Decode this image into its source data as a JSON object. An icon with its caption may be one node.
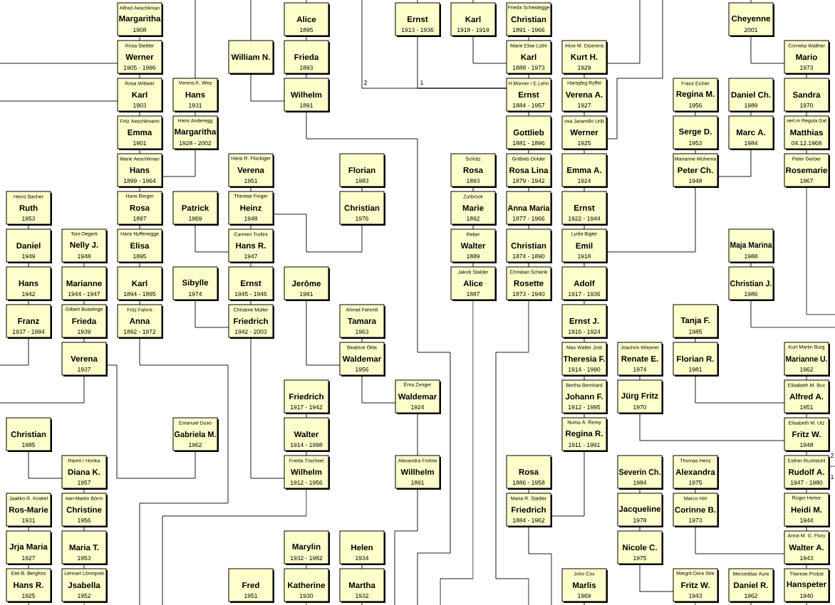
{
  "diagram": {
    "nodes": [
      {
        "text": [
          "Heinz Bacher",
          "Ruth",
          "1953"
        ]
      },
      {
        "text": [
          "Daniel",
          "1949"
        ]
      },
      {
        "text": [
          "Hans",
          "1942"
        ]
      },
      {
        "text": [
          "Franz",
          "1937 - 1994"
        ]
      },
      {
        "text": [
          "Christian",
          "1985"
        ]
      },
      {
        "text": [
          "Jaakko R. Koskel",
          "Ros-Marie",
          "1931"
        ]
      },
      {
        "text": [
          "Jrja Maria",
          "1927"
        ]
      },
      {
        "text": [
          "Etel B. Bergfors",
          "Hans R.",
          "1925"
        ]
      },
      {
        "text": [
          "Toni Oegerli",
          "Nelly J.",
          "1948"
        ]
      },
      {
        "text": [
          "Marianne",
          "1944 - 1947"
        ]
      },
      {
        "text": [
          "Gilbert Busslinge",
          "Frieda",
          "1939"
        ]
      },
      {
        "text": [
          "Verena",
          "1937"
        ]
      },
      {
        "text": [
          "Rämö / Honka",
          "Diana K.",
          "1957"
        ]
      },
      {
        "text": [
          "ean-Martin Börm",
          "Christine",
          "1956"
        ]
      },
      {
        "text": [
          "Maria T.",
          "1953"
        ]
      },
      {
        "text": [
          "Lennart Lönnqvist",
          "Jsabella",
          "1952"
        ]
      },
      {
        "text": [
          "Alfred Aeschliman",
          "Margaritha",
          "1908"
        ]
      },
      {
        "text": [
          "Rosa Stettler",
          "Werner",
          "1905 - 1996"
        ]
      },
      {
        "text": [
          "Rosa Wittwer",
          "Karl",
          "1903"
        ]
      },
      {
        "text": [
          "Fritz Aeschlimann",
          "Emma",
          "1901"
        ]
      },
      {
        "text": [
          "Marie Aeschliman",
          "Hans",
          "1899 - 1964"
        ]
      },
      {
        "text": [
          "Hans Berger",
          "Rosa",
          "1897"
        ]
      },
      {
        "text": [
          "Hans Nyffenegge",
          "Elisa",
          "1895"
        ]
      },
      {
        "text": [
          "Karl",
          "1894 - 1895"
        ]
      },
      {
        "text": [
          "Fritz Fahrni",
          "Anna",
          "1892 - 1972"
        ]
      },
      {
        "text": [
          "Verena K. Wey",
          "Hans",
          "1931"
        ]
      },
      {
        "text": [
          "Hans Anderegg",
          "Margaritha",
          "1928 - 2002"
        ]
      },
      {
        "text": [
          "Patrick",
          "1969"
        ]
      },
      {
        "text": [
          "Sibylle",
          "1974"
        ]
      },
      {
        "text": [
          "Emanuel Duso",
          "Gabriela M.",
          "1962"
        ]
      },
      {
        "text": [
          "William N."
        ]
      },
      {
        "text": [
          "Hans R. Flückiger",
          "Verena",
          "1951"
        ]
      },
      {
        "text": [
          "Therese Finger",
          "Heinz",
          "1948"
        ]
      },
      {
        "text": [
          "Carmen Trullini",
          "Hans R.",
          "1947"
        ]
      },
      {
        "text": [
          "Ernst",
          "1945 - 1946"
        ]
      },
      {
        "text": [
          "Christine Müller",
          "Friedrich",
          "1942 - 2003"
        ]
      },
      {
        "text": [
          "Fred",
          "1951"
        ]
      },
      {
        "text": [
          "Alice",
          "1895"
        ]
      },
      {
        "text": [
          "Frieda",
          "1893"
        ]
      },
      {
        "text": [
          "Wilhelm",
          "1891"
        ]
      },
      {
        "text": [
          "Jerôme",
          "1991"
        ]
      },
      {
        "text": [
          "Friedrich",
          "1917 - 1942"
        ]
      },
      {
        "text": [
          "Walter",
          "1914 - 1998"
        ]
      },
      {
        "text": [
          "Frieda Trachsel",
          "Wilhelm",
          "1912 - 1956"
        ]
      },
      {
        "text": [
          "Marylin",
          "1932 - 1982"
        ]
      },
      {
        "text": [
          "Katherine",
          "1930"
        ]
      },
      {
        "text": [
          "Florian",
          "1983"
        ]
      },
      {
        "text": [
          "Christian",
          "1976"
        ]
      },
      {
        "text": [
          "Ahmet Fehimli",
          "Tamara",
          "1963"
        ]
      },
      {
        "text": [
          "Beatrice Okle",
          "Waldemar",
          "1956"
        ]
      },
      {
        "text": [
          "Helen",
          "1934"
        ]
      },
      {
        "text": [
          "Martha",
          "1932"
        ]
      },
      {
        "text": [
          "Ernst",
          "1913 - 1936"
        ]
      },
      {
        "text": [
          "Erna Zenger",
          "Waldemar",
          "1924"
        ]
      },
      {
        "text": [
          "Alexandra Frolow",
          "Willhelm",
          "1891"
        ]
      },
      {
        "text": [
          "Karl",
          "1918 - 1919"
        ]
      },
      {
        "text": [
          "Schütz",
          "Rosa",
          "1893"
        ]
      },
      {
        "text": [
          "Zurbrück",
          "Marie",
          "1892"
        ]
      },
      {
        "text": [
          "Reber",
          "Walter",
          "1889"
        ]
      },
      {
        "text": [
          "Jakob Stalder",
          "Alice",
          "1887"
        ]
      },
      {
        "text": [
          "Frieda Scheidegge",
          "Christian",
          "1891 - 1966"
        ]
      },
      {
        "text": [
          "Marie Elise Lüthi",
          "Karl",
          "1888 - 1973"
        ]
      },
      {
        "text": [
          "H.Mürner / E.Lehn",
          "Ernst",
          "1884 - 1957"
        ]
      },
      {
        "text": [
          "Gottlieb",
          "1881 - 1896"
        ]
      },
      {
        "text": [
          "Gottlieb Dolder",
          "Rosa Lina",
          "1879 - 1942"
        ]
      },
      {
        "text": [
          "Anna Maria",
          "1877 - 1966"
        ]
      },
      {
        "text": [
          "Christian",
          "1874 - 1890"
        ]
      },
      {
        "text": [
          "Christian Schenk",
          "Rosette",
          "1873 - 1940"
        ]
      },
      {
        "text": [
          "Rosa",
          "1886 - 1958"
        ]
      },
      {
        "text": [
          "Maria R. Städler",
          "Friedrich",
          "1884 - 1962"
        ]
      },
      {
        "text": [
          "Alice M. Dizerens",
          "Kurt H.",
          "1929"
        ]
      },
      {
        "text": [
          "Hansjörg Ryffel",
          "Verena A.",
          "1927"
        ]
      },
      {
        "text": [
          "osa Jaramillo Urib",
          "Werner",
          "1925"
        ]
      },
      {
        "text": [
          "Emma A.",
          "1924"
        ]
      },
      {
        "text": [
          "Ernst",
          "1922 - 1944"
        ]
      },
      {
        "text": [
          "Lydia Bigler",
          "Emil",
          "1918"
        ]
      },
      {
        "text": [
          "Adolf",
          "1917 - 1936"
        ]
      },
      {
        "text": [
          "Ernst J.",
          "1916 - 1924"
        ]
      },
      {
        "text": [
          "Max Walter Jost",
          "Theresia F.",
          "1914 - 1990"
        ]
      },
      {
        "text": [
          "Bertha Bernhard",
          "Johann F.",
          "1912 - 1995"
        ]
      },
      {
        "text": [
          "Numa A. Remy",
          "Regina R.",
          "1911 - 1991"
        ]
      },
      {
        "text": [
          "John Cox",
          "Marlis",
          "1969"
        ]
      },
      {
        "text": [
          "Joachim Wiesner",
          "Renate E.",
          "1974"
        ]
      },
      {
        "text": [
          "Jürg Fritz",
          "1970"
        ]
      },
      {
        "text": [
          "Severin Ch.",
          "1984"
        ]
      },
      {
        "text": [
          "Jacqueline",
          "1978"
        ]
      },
      {
        "text": [
          "Nicole C.",
          "1975"
        ]
      },
      {
        "text": [
          "Franz Eicher",
          "Regina M.",
          "1956"
        ]
      },
      {
        "text": [
          "Serge D.",
          "1953"
        ]
      },
      {
        "text": [
          "Marianne Mühema",
          "Peter Ch.",
          "1948"
        ]
      },
      {
        "text": [
          "Tanja F.",
          "1985"
        ]
      },
      {
        "text": [
          "Florian R.",
          "1981"
        ]
      },
      {
        "text": [
          "Thomas Henz",
          "Alexandra",
          "1975"
        ]
      },
      {
        "text": [
          "Marco Hirt",
          "Corinne B.",
          "1973"
        ]
      },
      {
        "text": [
          "Margrit Dora Stre",
          "Fritz W.",
          "1943"
        ]
      },
      {
        "text": [
          "Cheyenne",
          "2001"
        ]
      },
      {
        "text": [
          "Daniel Ch.",
          "1989"
        ]
      },
      {
        "text": [
          "Marc A.",
          "1984"
        ]
      },
      {
        "text": [
          "Maja Marina",
          "1988"
        ]
      },
      {
        "text": [
          "Christian J.",
          "1986"
        ]
      },
      {
        "text": [
          "Merceditas Aure",
          "Daniel R.",
          "1962"
        ]
      },
      {
        "text": [
          "Cornelia Walther",
          "Mario",
          "1973"
        ]
      },
      {
        "text": [
          "Sandra",
          "1970"
        ]
      },
      {
        "text": [
          "verl.m Regula Gal",
          "Matthias",
          "04.12.1968"
        ]
      },
      {
        "text": [
          "Peter Gerber",
          "Rosemarie",
          "1967"
        ]
      },
      {
        "text": [
          "Kurt Martin Burg",
          "Marianne U.",
          "1962"
        ]
      },
      {
        "text": [
          "Elisabeth M. Buc",
          "Alfred A.",
          "1951"
        ]
      },
      {
        "text": [
          "Elisabeth M. Utz",
          "Fritz W.",
          "1948"
        ]
      },
      {
        "text": [
          "Esther Ruckstuhl",
          "Rudolf A.",
          "1947 - 1980"
        ]
      },
      {
        "text": [
          "Roger Herter",
          "Heidi M.",
          "1944"
        ]
      },
      {
        "text": [
          "Anna M. G. Flury",
          "Walter A.",
          "1943"
        ]
      },
      {
        "text": [
          "Therese Probst",
          "Hanspeter",
          "1940"
        ]
      }
    ],
    "edges": [
      {
        "from": 0,
        "to": 1,
        "arrow": "none"
      },
      {
        "from": 1,
        "to": 2,
        "arrow": "none"
      },
      {
        "from": 2,
        "to": 3,
        "arrow": "none"
      },
      {
        "from": 5,
        "to": 6,
        "arrow": "none"
      },
      {
        "from": 6,
        "to": 7,
        "arrow": "none"
      },
      {
        "from": 8,
        "to": 9,
        "arrow": "none"
      },
      {
        "from": 9,
        "to": 10,
        "arrow": "none"
      },
      {
        "from": 10,
        "to": 11,
        "arrow": "none"
      },
      {
        "from": 12,
        "to": 13,
        "arrow": "none"
      },
      {
        "from": 13,
        "to": 14,
        "arrow": "none"
      },
      {
        "from": 14,
        "to": 15,
        "arrow": "none"
      },
      {
        "from": 16,
        "to": 17,
        "arrow": "none"
      },
      {
        "from": 17,
        "to": 18,
        "arrow": "none"
      },
      {
        "from": 18,
        "to": 19,
        "arrow": "none"
      },
      {
        "from": 19,
        "to": 20,
        "arrow": "none"
      },
      {
        "from": 20,
        "to": 21,
        "arrow": "none"
      },
      {
        "from": 21,
        "to": 22,
        "arrow": "none"
      },
      {
        "from": 22,
        "to": 23,
        "arrow": "none"
      },
      {
        "from": 23,
        "to": 24,
        "arrow": "none"
      },
      {
        "from": 25,
        "to": 26,
        "arrow": "none"
      },
      {
        "from": 31,
        "to": 32,
        "arrow": "none"
      },
      {
        "from": 32,
        "to": 33,
        "arrow": "none"
      },
      {
        "from": 33,
        "to": 34,
        "arrow": "none"
      },
      {
        "from": 34,
        "to": 35,
        "arrow": "none"
      },
      {
        "from": 37,
        "to": 38,
        "arrow": "none"
      },
      {
        "from": 38,
        "to": 39,
        "arrow": "none"
      },
      {
        "from": 41,
        "to": 42,
        "arrow": "none"
      },
      {
        "from": 42,
        "to": 43,
        "arrow": "none"
      },
      {
        "from": 44,
        "to": 45,
        "arrow": "none"
      },
      {
        "from": 46,
        "to": 47,
        "arrow": "none"
      },
      {
        "from": 48,
        "to": 49,
        "arrow": "none"
      },
      {
        "from": 50,
        "to": 51,
        "arrow": "none"
      },
      {
        "from": 53,
        "to": 54,
        "arrow": "none"
      },
      {
        "from": 56,
        "to": 57,
        "arrow": "none"
      },
      {
        "from": 57,
        "to": 58,
        "arrow": "none"
      },
      {
        "from": 58,
        "to": 59,
        "arrow": "none"
      },
      {
        "from": 60,
        "to": 61,
        "arrow": "none"
      },
      {
        "from": 61,
        "to": 62,
        "arrow": "none"
      },
      {
        "from": 62,
        "to": 63,
        "arrow": "none"
      },
      {
        "from": 63,
        "to": 64,
        "arrow": "none"
      },
      {
        "from": 64,
        "to": 65,
        "arrow": "none"
      },
      {
        "from": 65,
        "to": 66,
        "arrow": "none"
      },
      {
        "from": 66,
        "to": 67,
        "arrow": "none"
      },
      {
        "from": 68,
        "to": 69,
        "arrow": "none"
      },
      {
        "from": 70,
        "to": 71,
        "arrow": "none"
      },
      {
        "from": 71,
        "to": 72,
        "arrow": "none"
      },
      {
        "from": 72,
        "to": 73,
        "arrow": "none"
      },
      {
        "from": 73,
        "to": 74,
        "arrow": "none"
      },
      {
        "from": 74,
        "to": 75,
        "arrow": "none"
      },
      {
        "from": 75,
        "to": 76,
        "arrow": "none"
      },
      {
        "from": 76,
        "to": 77,
        "arrow": "none"
      },
      {
        "from": 77,
        "to": 78,
        "arrow": "none"
      },
      {
        "from": 78,
        "to": 79,
        "arrow": "none"
      },
      {
        "from": 79,
        "to": 80,
        "arrow": "none"
      },
      {
        "from": 82,
        "to": 83,
        "arrow": "none"
      },
      {
        "from": 84,
        "to": 85,
        "arrow": "none"
      },
      {
        "from": 85,
        "to": 86,
        "arrow": "none"
      },
      {
        "from": 87,
        "to": 88,
        "arrow": "none"
      },
      {
        "from": 88,
        "to": 89,
        "arrow": "none"
      },
      {
        "from": 90,
        "to": 91,
        "arrow": "none"
      },
      {
        "from": 92,
        "to": 93,
        "arrow": "none"
      },
      {
        "from": 96,
        "to": 97,
        "arrow": "none"
      },
      {
        "from": 98,
        "to": 99,
        "arrow": "none"
      },
      {
        "from": 101,
        "to": 102,
        "arrow": "none"
      },
      {
        "from": 102,
        "to": 103,
        "arrow": "none"
      },
      {
        "from": 103,
        "to": 104,
        "arrow": "none"
      },
      {
        "from": 105,
        "to": 106,
        "arrow": "none"
      },
      {
        "from": 106,
        "to": 107,
        "arrow": "none"
      },
      {
        "from": 107,
        "to": 108,
        "arrow": "none"
      },
      {
        "from": 108,
        "to": 109,
        "arrow": "none"
      },
      {
        "from": 109,
        "to": 110,
        "arrow": "none"
      },
      {
        "from": 110,
        "to": 111,
        "arrow": "none"
      },
      {
        "from": 4,
        "to": 12,
        "arrow": "none"
      },
      {
        "from": 11,
        "to": 29,
        "arrow": "none"
      },
      {
        "from": 20,
        "to": 26,
        "arrow": "none"
      },
      {
        "from": 27,
        "to": 33,
        "arrow": "none"
      },
      {
        "from": 28,
        "to": 35,
        "arrow": "none"
      },
      {
        "from": 30,
        "to": 39,
        "arrow": "none"
      },
      {
        "from": 32,
        "to": 47,
        "arrow": "none"
      },
      {
        "from": 35,
        "to": 43,
        "arrow": "none"
      },
      {
        "from": 40,
        "to": 49,
        "arrow": "none"
      },
      {
        "from": 49,
        "to": 53,
        "arrow": "none"
      },
      {
        "from": 52,
        "to": 62,
        "arrow": "none"
      },
      {
        "from": null,
        "to": 62,
        "arrow": "none"
      },
      {
        "from": 55,
        "to": 61,
        "arrow": "none"
      },
      {
        "from": 75,
        "to": 89,
        "arrow": "none"
      },
      {
        "from": 80,
        "to": 69,
        "arrow": "none"
      },
      {
        "from": 83,
        "to": 107,
        "arrow": "none"
      },
      {
        "from": 86,
        "to": 94,
        "arrow": "none"
      },
      {
        "from": 89,
        "to": 97,
        "arrow": "none"
      },
      {
        "from": 91,
        "to": 106,
        "arrow": "none"
      },
      {
        "from": 93,
        "to": 110,
        "arrow": "none"
      },
      {
        "from": 95,
        "to": 101,
        "arrow": "none"
      },
      {
        "from": 3,
        "to": null,
        "arrow": "none"
      },
      {
        "from": 11,
        "to": null,
        "arrow": "none"
      },
      {
        "from": 17,
        "to": null,
        "arrow": "none"
      },
      {
        "from": 18,
        "to": null,
        "arrow": "none"
      },
      {
        "from": 24,
        "to": null,
        "arrow": "none"
      },
      {
        "from": null,
        "to": 25,
        "arrow": "none"
      },
      {
        "from": null,
        "to": 30,
        "arrow": "none"
      },
      {
        "from": 39,
        "to": null,
        "arrow": "none"
      },
      {
        "from": 43,
        "to": null,
        "arrow": "none"
      },
      {
        "from": 54,
        "to": null,
        "arrow": "none"
      },
      {
        "from": 59,
        "to": null,
        "arrow": "none"
      },
      {
        "from": 67,
        "to": null,
        "arrow": "none"
      },
      {
        "from": 69,
        "to": null,
        "arrow": "none"
      },
      {
        "from": 70,
        "to": null,
        "arrow": "none"
      },
      {
        "from": 72,
        "to": null,
        "arrow": "none"
      },
      {
        "from": 99,
        "to": null,
        "arrow": "none"
      },
      {
        "from": 104,
        "to": null,
        "arrow": "none"
      },
      {
        "from": 108,
        "to": null,
        "arrow": "none"
      },
      {
        "from": 45,
        "to": null,
        "arrow": "none"
      },
      {
        "from": 51,
        "to": null,
        "arrow": "none"
      },
      {
        "from": 15,
        "to": null,
        "arrow": "none"
      },
      {
        "from": 7,
        "to": null,
        "arrow": "none"
      },
      {
        "from": 81,
        "to": null,
        "arrow": "none"
      },
      {
        "from": 94,
        "to": null,
        "arrow": "none"
      },
      {
        "from": 100,
        "to": null,
        "arrow": "none"
      },
      {
        "from": 111,
        "to": null,
        "arrow": "none"
      },
      {
        "from": null,
        "to": 37,
        "arrow": "none"
      },
      {
        "from": null,
        "to": 52,
        "arrow": "none"
      },
      {
        "from": null,
        "to": 55,
        "arrow": "none"
      },
      {
        "from": null,
        "to": 95,
        "arrow": "none"
      }
    ],
    "labels": [
      "2",
      "1",
      "2",
      "1"
    ]
  }
}
